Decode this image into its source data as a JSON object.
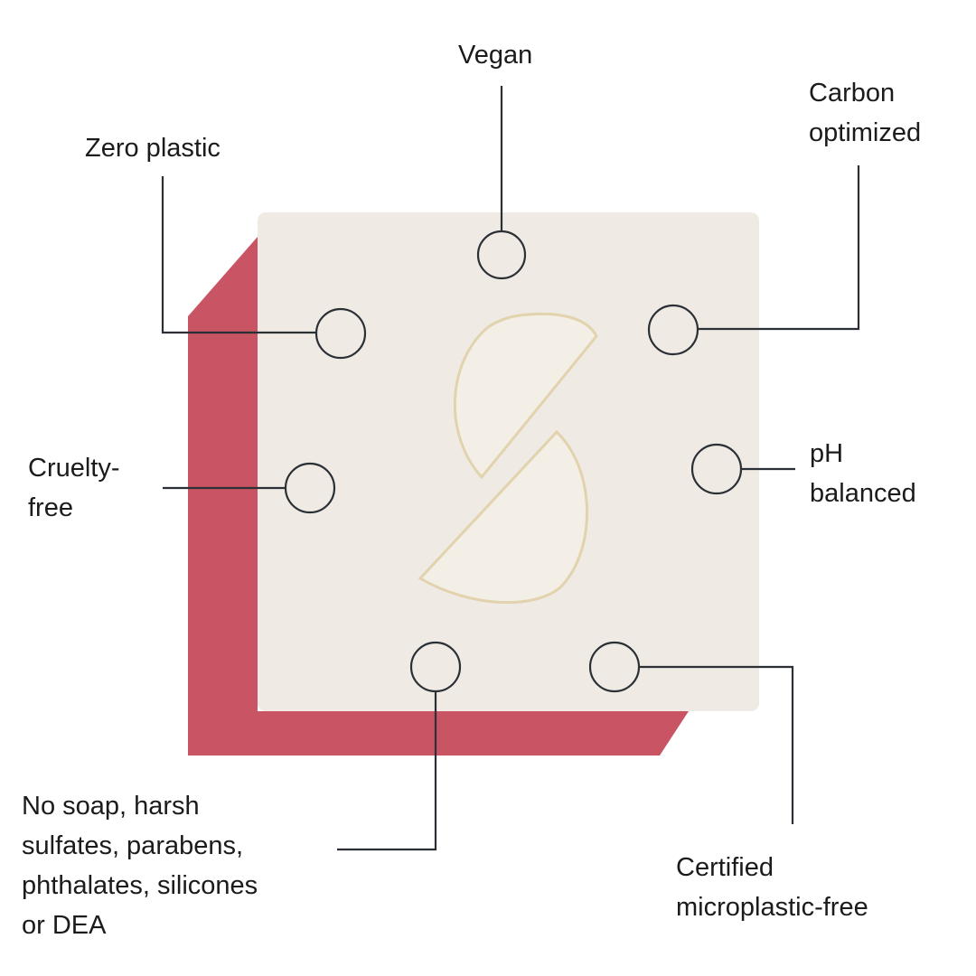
{
  "features": {
    "vegan": "Vegan",
    "zero_plastic": "Zero plastic",
    "carbon": "Carbon\noptimized",
    "cruelty": "Cruelty-\nfree",
    "ph": "pH\nbalanced",
    "no_soap": "No soap, harsh\nsulfates, parabens,\nphthalates, silicones\nor DEA",
    "microplastic": "Certified\nmicroplastic-free"
  },
  "colors": {
    "bar_side": "#c95464",
    "bar_face": "#efebe4",
    "line": "#2b2f36"
  }
}
